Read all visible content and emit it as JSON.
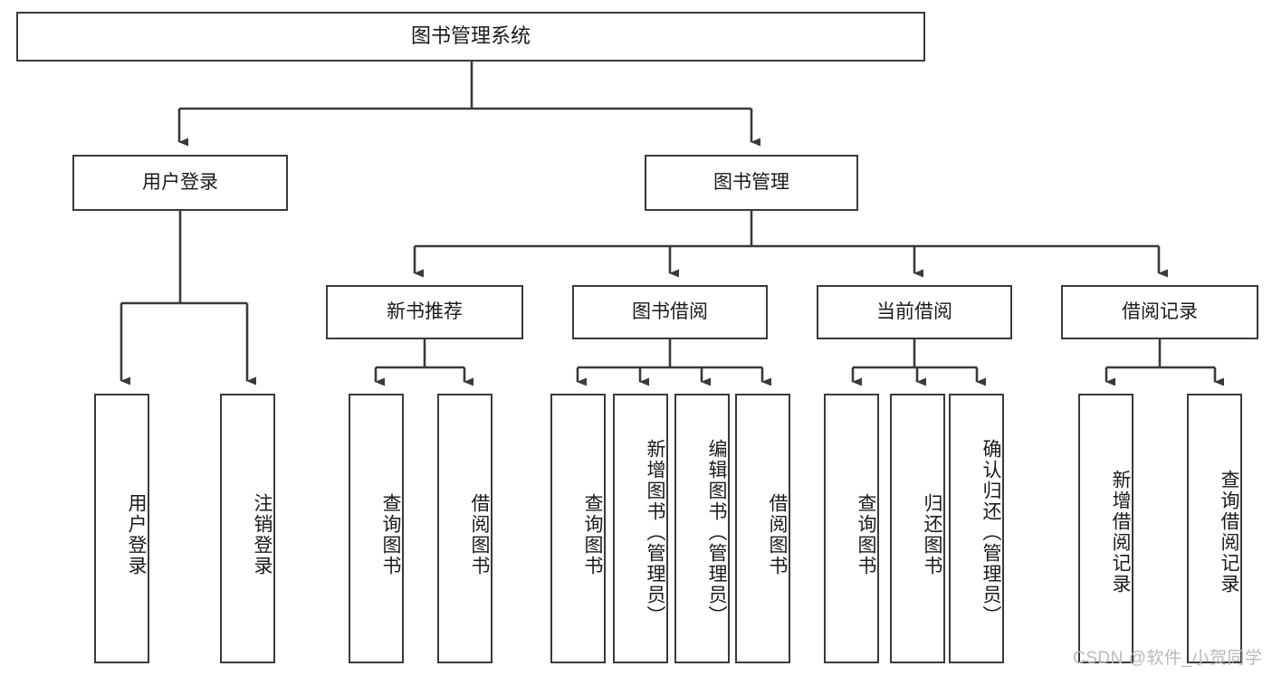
{
  "diagram": {
    "title": "图书管理系统",
    "type": "tree-hierarchy",
    "root": {
      "label": "图书管理系统"
    },
    "level1": [
      {
        "label": "用户登录"
      },
      {
        "label": "图书管理"
      }
    ],
    "level2": [
      {
        "label": "新书推荐"
      },
      {
        "label": "图书借阅"
      },
      {
        "label": "当前借阅"
      },
      {
        "label": "借阅记录"
      }
    ],
    "leaves": {
      "user_login": [
        {
          "label": "用户登录"
        },
        {
          "label": "注销登录"
        }
      ],
      "new_book_recommend": [
        {
          "label": "查询图书"
        },
        {
          "label": "借阅图书"
        }
      ],
      "book_borrow": [
        {
          "label": "查询图书"
        },
        {
          "label": "新增图书（管理员）"
        },
        {
          "label": "编辑图书（管理员）"
        },
        {
          "label": "借阅图书"
        }
      ],
      "current_borrow": [
        {
          "label": "查询图书"
        },
        {
          "label": "归还图书"
        },
        {
          "label": "确认归还（管理员）"
        }
      ],
      "borrow_record": [
        {
          "label": "新增借阅记录"
        },
        {
          "label": "查询借阅记录"
        }
      ]
    },
    "colors": {
      "stroke": "#3a3a3a",
      "background": "#ffffff",
      "text": "#1a1a1a",
      "watermark": "#b9b9b9"
    }
  },
  "watermark": {
    "text": "CSDN @软件_小贺同学"
  }
}
